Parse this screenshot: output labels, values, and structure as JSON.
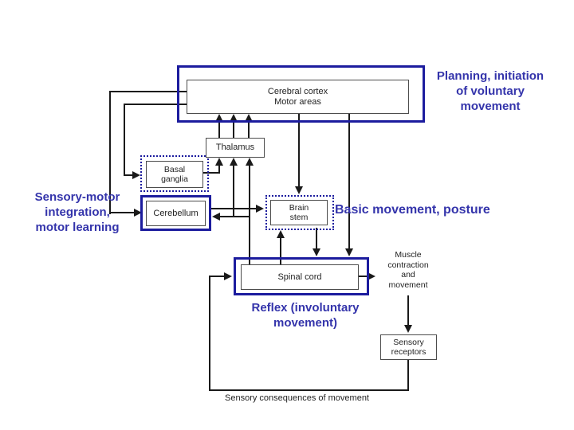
{
  "diagram": {
    "title_hint": "Motor system hierarchy flow diagram",
    "boxes": {
      "cortex": "Cerebral cortex\nMotor areas",
      "thalamus": "Thalamus",
      "basal_ganglia": "Basal\nganglia",
      "cerebellum": "Cerebellum",
      "brain_stem": "Brain\nstem",
      "spinal_cord": "Spinal cord",
      "sensory_receptors": "Sensory\nreceptors"
    },
    "annotations": {
      "planning": "Planning, initiation\nof voluntary\nmovement",
      "sensorimotor": "Sensory-motor\nintegration,\nmotor learning",
      "basic": "Basic movement, posture",
      "reflex": "Reflex (involuntary\nmovement)"
    },
    "flow_labels": {
      "muscle": "Muscle\ncontraction\nand\nmovement",
      "sensory_consequences": "Sensory consequences of movement"
    },
    "colors": {
      "highlight_blue": "#1c1c9e",
      "annotation_text": "#3434ab",
      "line_black": "#1a1a1a"
    }
  }
}
